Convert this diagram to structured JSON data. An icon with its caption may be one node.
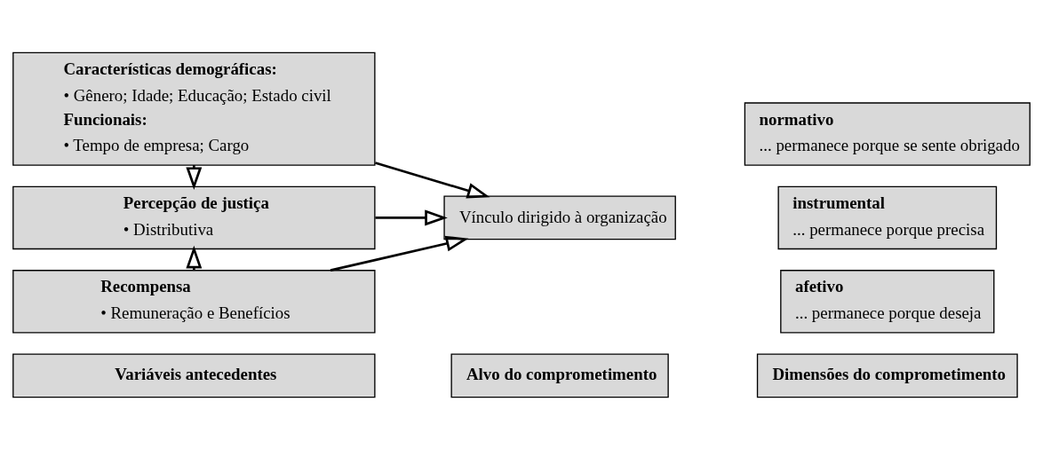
{
  "diagram": {
    "nodes": [
      {
        "text": [
          "Variáveis antecedentes"
        ]
      },
      {
        "text": [
          "Características demográficas:",
          "• Gênero; Idade; Educação; Estado civil",
          "Funcionais:",
          "• Tempo de empresa; Cargo"
        ]
      },
      {
        "text": [
          "Percepção de justiça",
          "• Distributiva"
        ]
      },
      {
        "text": [
          "Recompensa",
          "• Remuneração e Benefícios"
        ]
      },
      {
        "text": [
          "Alvo do comprometimento"
        ]
      },
      {
        "text": [
          "Dimensões do comprometimento"
        ]
      },
      {
        "text": [
          "Vínculo dirigido à organização"
        ]
      },
      {
        "text": [
          "afetivo",
          "... permanece porque deseja"
        ]
      },
      {
        "text": [
          "instrumental",
          "... permanece porque precisa"
        ]
      },
      {
        "text": [
          "normativo",
          "... permanece porque se sente obrigado"
        ]
      }
    ],
    "edges": [
      {
        "from": 1,
        "to": 6,
        "arrow": "to"
      },
      {
        "from": 1,
        "to": 2,
        "arrow": "to"
      },
      {
        "from": 2,
        "to": 6,
        "arrow": "to"
      },
      {
        "from": 3,
        "to": 2,
        "arrow": "to"
      },
      {
        "from": 3,
        "to": 6,
        "arrow": "to"
      }
    ]
  }
}
